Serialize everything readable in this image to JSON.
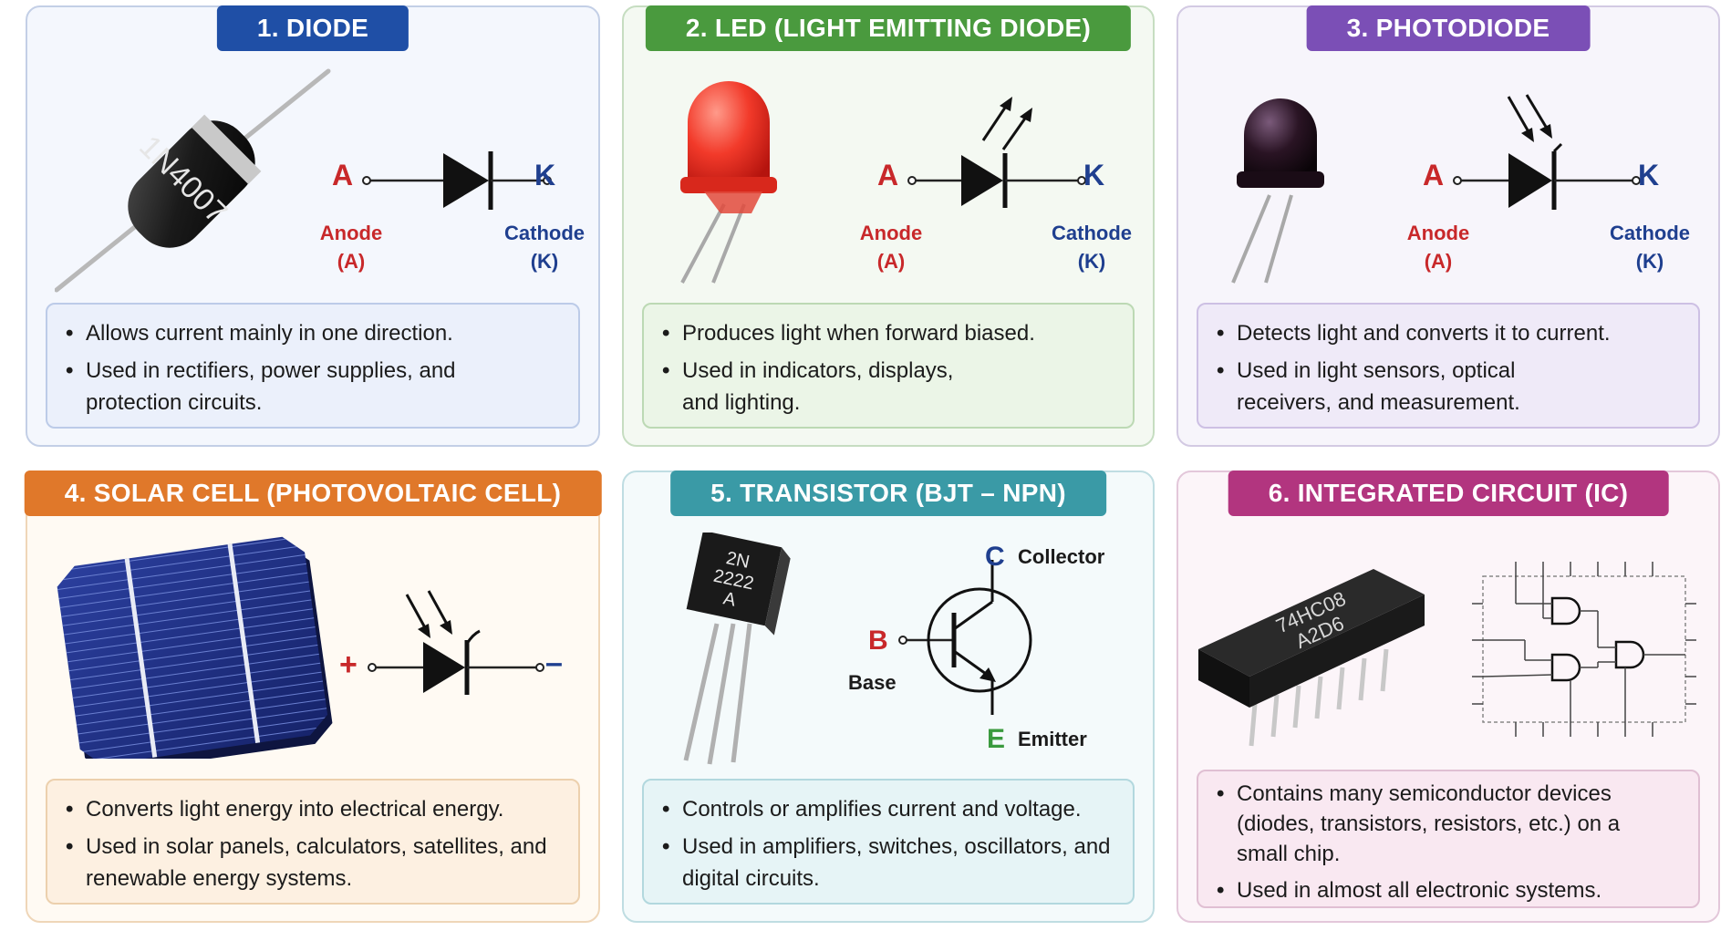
{
  "colors": {
    "diode": "#1f4fa6",
    "led": "#4a9a3e",
    "photodiode": "#7b4fb6",
    "solar": "#e0782a",
    "transistor": "#3a9aa6",
    "ic": "#b2357f",
    "anode_red": "#c8282a",
    "cathode_blue": "#1f3f8f",
    "emitter_green": "#3a9a3e"
  },
  "cards": {
    "diode": {
      "title": "1. DIODE",
      "part_marking": "1N4007",
      "anode_letter": "A",
      "cathode_letter": "K",
      "anode_label": "Anode",
      "anode_abbr": "(A)",
      "cathode_label": "Cathode",
      "cathode_abbr": "(K)",
      "bullets": [
        "Allows current mainly in one direction.",
        "Used in rectifiers, power supplies, and protection circuits."
      ]
    },
    "led": {
      "title": "2. LED (LIGHT EMITTING DIODE)",
      "anode_letter": "A",
      "cathode_letter": "K",
      "anode_label": "Anode",
      "anode_abbr": "(A)",
      "cathode_label": "Cathode",
      "cathode_abbr": "(K)",
      "bullets": [
        "Produces light when forward biased.",
        "Used in indicators, displays, and lighting."
      ]
    },
    "photodiode": {
      "title": "3. PHOTODIODE",
      "anode_letter": "A",
      "cathode_letter": "K",
      "anode_label": "Anode",
      "anode_abbr": "(A)",
      "cathode_label": "Cathode",
      "cathode_abbr": "(K)",
      "bullets": [
        "Detects light and converts it to current.",
        "Used in light sensors, optical receivers, and measurement."
      ]
    },
    "solar": {
      "title": "4. SOLAR CELL (PHOTOVOLTAIC CELL)",
      "plus": "+",
      "minus": "–",
      "bullets": [
        "Converts light energy into electrical energy.",
        "Used in solar panels, calculators, satellites, and renewable energy systems."
      ]
    },
    "transistor": {
      "title": "5. TRANSISTOR (BJT – NPN)",
      "part_line1": "2N",
      "part_line2": "2222",
      "part_line3": "A",
      "c_letter": "C",
      "c_label": "Collector",
      "b_letter": "B",
      "b_label": "Base",
      "e_letter": "E",
      "e_label": "Emitter",
      "bullets": [
        "Controls or amplifies current and voltage.",
        "Used in amplifiers, switches, oscillators, and digital circuits."
      ]
    },
    "ic": {
      "title": "6. INTEGRATED CIRCUIT (IC)",
      "part_line1": "74HC08",
      "part_line2": "A2D6",
      "bullets": [
        "Contains many semiconductor devices (diodes, transistors, resistors, etc.) on a small chip.",
        "Used in almost all electronic systems."
      ]
    }
  }
}
